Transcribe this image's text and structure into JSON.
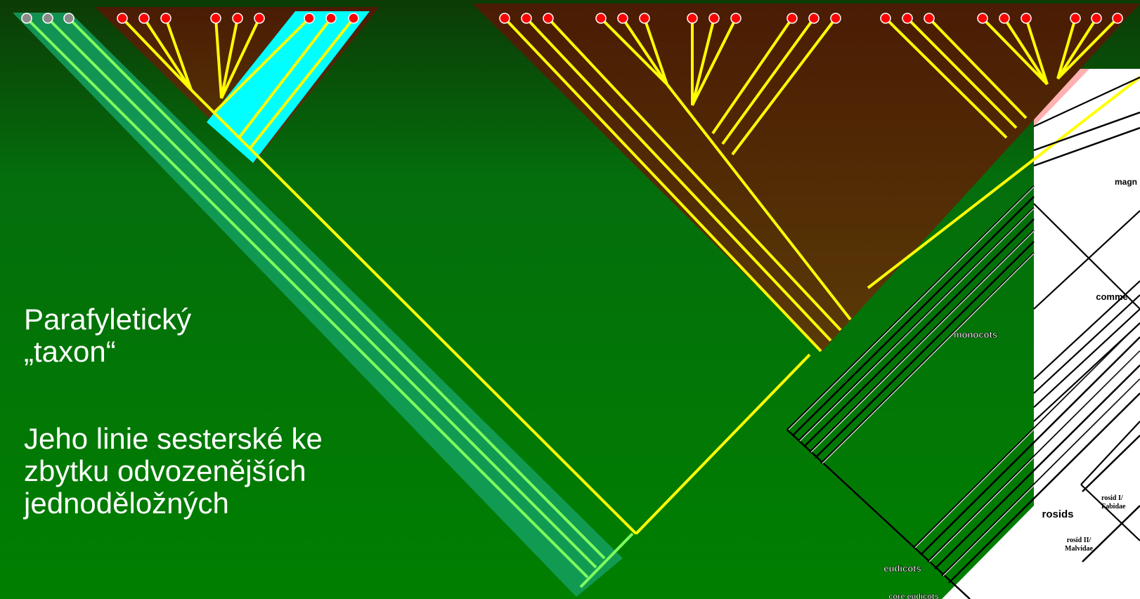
{
  "caption_1": {
    "line1": "Parafyletický",
    "line2": "„taxon“"
  },
  "caption_2": {
    "line1": "Jeho linie sesterské ke",
    "line2": "zbytku odvozenějších",
    "line3": "jednoděložných"
  },
  "cladogram_labels": {
    "monocots": "monocots",
    "eudicots": "eudicots",
    "commelinids": "comme",
    "magnoliids": "magn",
    "rosids": "rosids",
    "rosid_1": "rosid I/",
    "rosid_1b": "Fabidae",
    "rosid_2": "rosid II/",
    "rosid_2b": "Malvidae",
    "core_eudicots": "core eudicots"
  },
  "colors": {
    "background_top": "#0f4a06",
    "background_bottom": "#008000",
    "clade_brown": "#5a2a08",
    "highlight_cyan": "#00ffff",
    "paraphyletic_band": "#1aa866",
    "branch_yellow": "#ffff00",
    "leaf_red": "#ff0000",
    "leaf_grey": "#888888",
    "inner_green_lines": "#7fff7f",
    "pink_patch": "#ffaaaa"
  }
}
